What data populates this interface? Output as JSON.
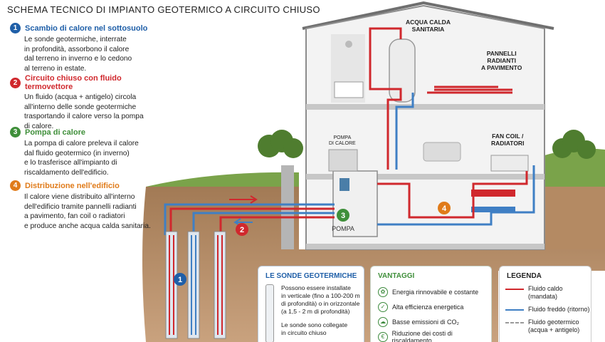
{
  "title": "SCHEMA TECNICO DI IMPIANTO GEOTERMICO A CIRCUITO CHIUSO",
  "steps": [
    {
      "number": "1",
      "title": "Scambio di calore nel sottosuolo",
      "color": "#1f5fa8",
      "lines": [
        "Le sonde geotermiche, interrate",
        "in profondità, assorbono il calore",
        "dal terreno in inverno e lo cedono",
        "al terreno in estate."
      ]
    },
    {
      "number": "2",
      "title": "Circuito chiuso con fluido termovettore",
      "color": "#d0282d",
      "lines": [
        "Un fluido (acqua + antigelo) circola",
        "all'interno delle sonde geotermiche",
        "trasportando il calore verso la pompa",
        "di calore."
      ]
    },
    {
      "number": "3",
      "title": "Pompa di calore",
      "color": "#3f8f3a",
      "lines": [
        "La pompa di calore preleva il calore",
        "dal fluido geotermico (in inverno)",
        "e lo trasferisce all'impianto di",
        "riscaldamento dell'edificio."
      ]
    },
    {
      "number": "4",
      "title": "Distribuzione nell'edificio",
      "color": "#e07b1a",
      "lines": [
        "Il calore viene distribuito all'interno",
        "dell'edificio tramite pannelli radianti",
        "a pavimento, fan coil o radiatori",
        "e produce anche acqua calda sanitaria."
      ]
    }
  ],
  "labels": {
    "acqua_calda": [
      "ACQUA CALDA",
      "SANITARIA"
    ],
    "pannelli": [
      "PANNELLI",
      "RADIANTI",
      "A PAVIMENTO"
    ],
    "fan_coil": [
      "FAN COIL /",
      "RADIATORI"
    ],
    "pompa_di_calore": [
      "POMPA",
      "DI CALORE"
    ],
    "pompa_front": "POMPA"
  },
  "markers": {
    "m1": "1",
    "m2": "2",
    "m3": "3",
    "m4": "4"
  },
  "panels": {
    "sonde": {
      "title": "LE SONDE GEOTERMICHE",
      "lines": [
        "Possono essere installate",
        "in verticale (fino a 100-200 m",
        "di profondità) o in orizzontale",
        "(a 1,5 - 2 m di profondità)"
      ],
      "lines2": [
        "Le sonde sono collegate",
        "in circuito chiuso"
      ]
    },
    "vantaggi": {
      "title": "VANTAGGI",
      "items": [
        {
          "icon": "leaf-icon",
          "text": "Energia rinnovabile e costante"
        },
        {
          "icon": "efficiency-icon",
          "text": "Alta efficienza energetica"
        },
        {
          "icon": "co2-icon",
          "text": "Basse emissioni di CO₂"
        },
        {
          "icon": "cost-icon",
          "text": "Riduzione dei costi di riscaldamento"
        }
      ]
    },
    "legenda": {
      "title": "LEGENDA",
      "items": [
        {
          "kind": "hot",
          "color": "#d0282d",
          "text": "Fluido caldo (mandata)"
        },
        {
          "kind": "cold",
          "color": "#3f7fc4",
          "text": "Fluido freddo (ritorno)"
        },
        {
          "kind": "geo",
          "color": "#9a9a9a",
          "text": "Fluido geotermico (acqua + antigelo)"
        }
      ]
    }
  }
}
